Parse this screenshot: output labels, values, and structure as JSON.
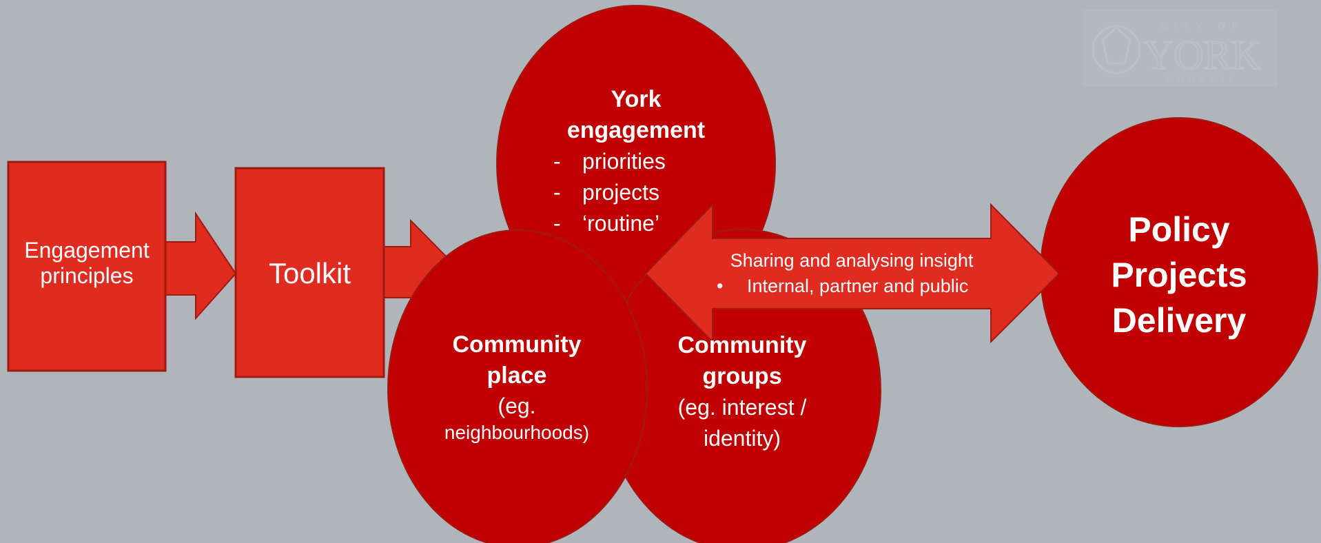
{
  "colors": {
    "background": "#b0b5bc",
    "box_fill": "#e02b20",
    "circle_fill": "#c00000",
    "outline": "#9e1b12",
    "text": "#ffffff"
  },
  "engagement_principles": {
    "line1": "Engagement",
    "line2": "principles"
  },
  "toolkit": {
    "label": "Toolkit"
  },
  "york_engagement": {
    "title_line1": "York",
    "title_line2": "engagement",
    "items": [
      "priorities",
      "projects",
      "‘routine’"
    ]
  },
  "community_place": {
    "title_line1": "Community",
    "title_line2": "place",
    "sub_line1": "(eg.",
    "sub_line2": "neighbourhoods)"
  },
  "community_groups": {
    "title_line1": "Community",
    "title_line2": "groups",
    "sub_line1": "(eg. interest /",
    "sub_line2": "identity)"
  },
  "insight_arrow": {
    "title": "Sharing and analysing insight",
    "bullet": "Internal, partner and public"
  },
  "outcomes": {
    "line1": "Policy",
    "line2": "Projects",
    "line3": "Delivery"
  },
  "logo": {
    "top": "CITY OF",
    "name": "YORK",
    "bottom": "COUNCIL"
  }
}
